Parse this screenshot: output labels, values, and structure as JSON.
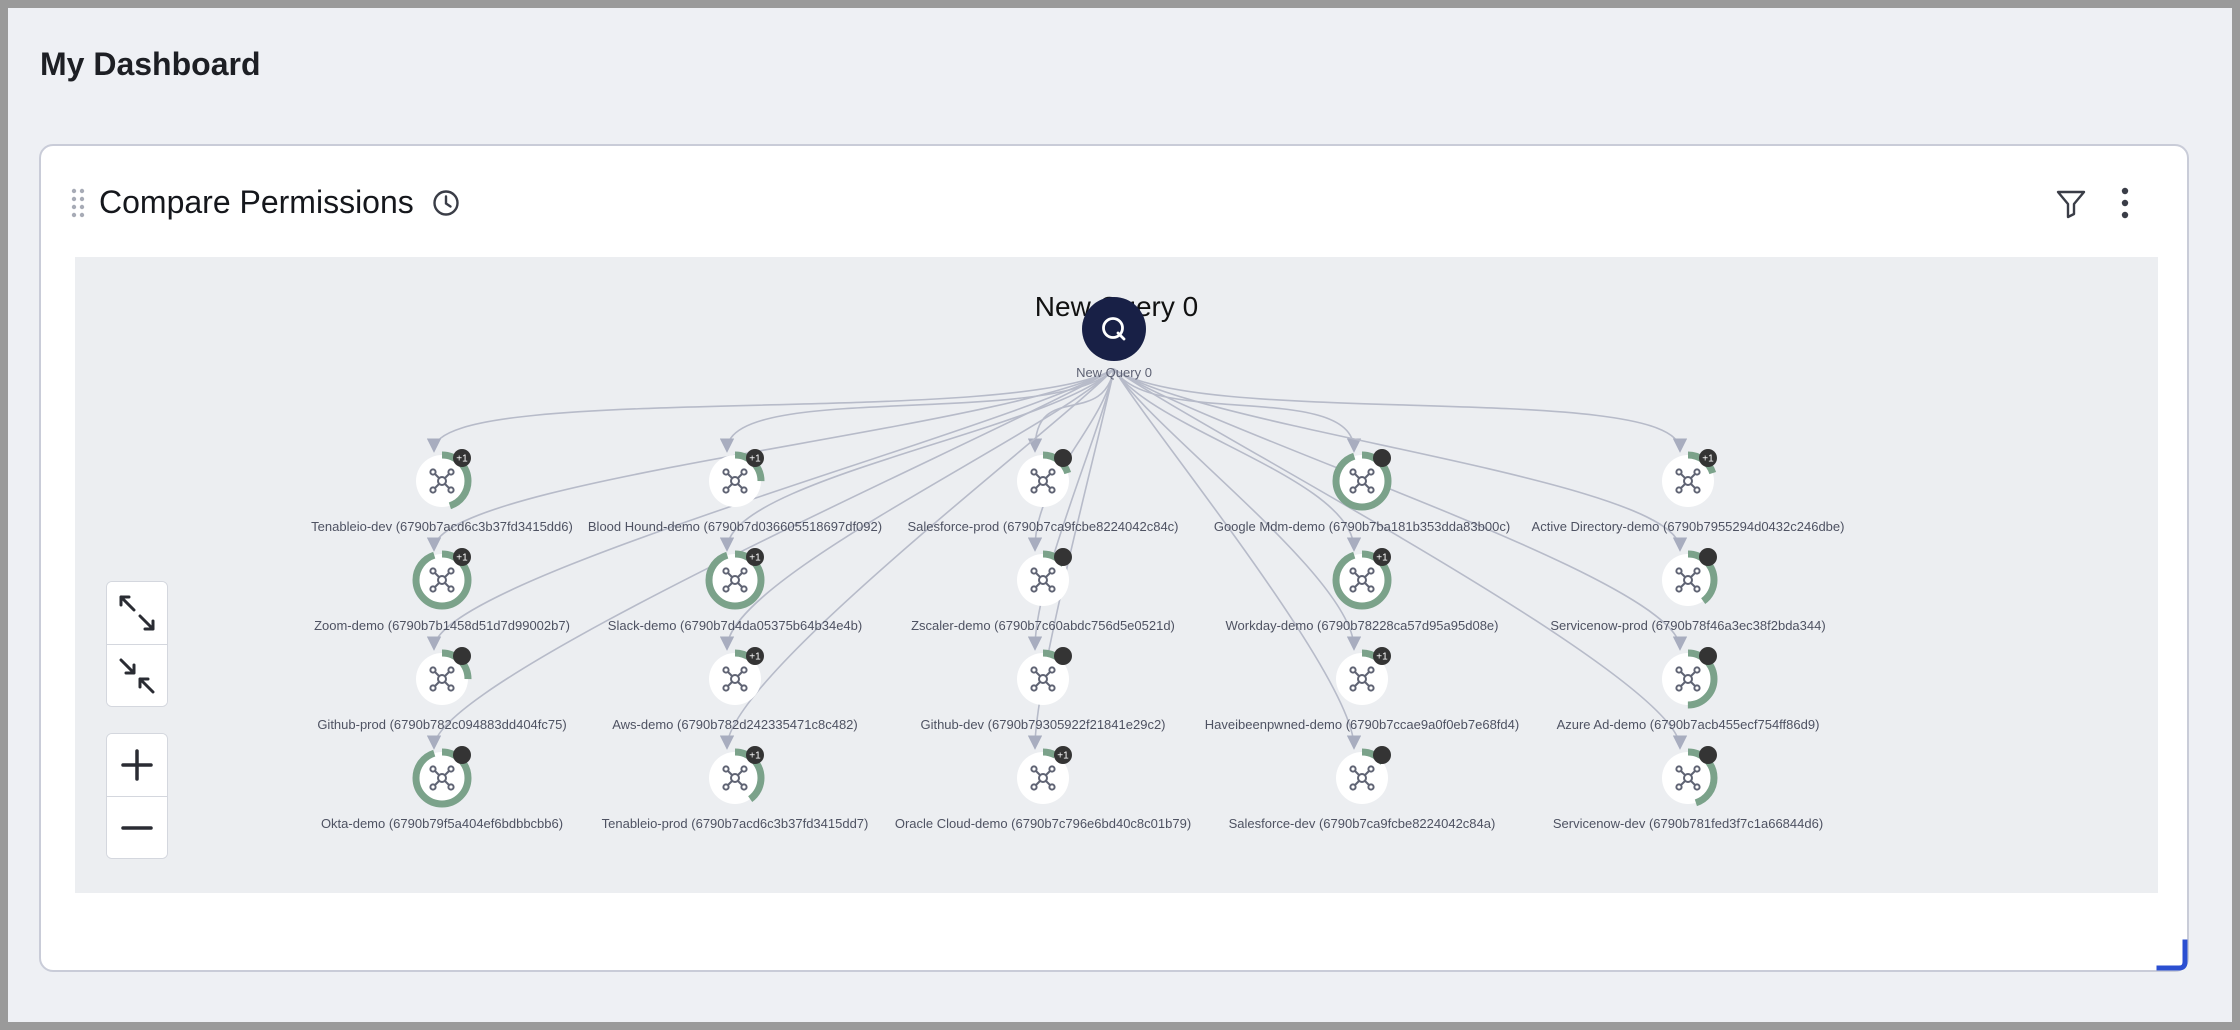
{
  "page": {
    "title": "My Dashboard"
  },
  "widget": {
    "title": "Compare Permissions",
    "query_title": "New Query 0",
    "query_node_label": "New Query 0"
  },
  "graph": {
    "nodes": [
      {
        "label": "Tenableio-dev (6790b7acd6c3b37fd3415dd6)",
        "ring": 0.45,
        "badge": "+1"
      },
      {
        "label": "Blood Hound-demo (6790b7d036605518697df092)",
        "ring": 0.25,
        "badge": "+1"
      },
      {
        "label": "Salesforce-prod (6790b7ca9fcbe8224042c84c)",
        "ring": 0.2,
        "badge": ""
      },
      {
        "label": "Google Mdm-demo (6790b7ba181b353dda83b00c)",
        "ring": 0.95,
        "badge": ""
      },
      {
        "label": "Active Directory-demo (6790b7955294d0432c246dbe)",
        "ring": 0.2,
        "badge": "+1"
      },
      {
        "label": "Zoom-demo (6790b7b1458d51d7d99002b7)",
        "ring": 0.95,
        "badge": "+1"
      },
      {
        "label": "Slack-demo (6790b7d4da05375b64b34e4b)",
        "ring": 0.95,
        "badge": "+1"
      },
      {
        "label": "Zscaler-demo (6790b7c60abdc756d5e0521d)",
        "ring": 0.15,
        "badge": ""
      },
      {
        "label": "Workday-demo (6790b78228ca57d95a95d08e)",
        "ring": 0.95,
        "badge": "+1"
      },
      {
        "label": "Servicenow-prod (6790b78f46a3ec38f2bda344)",
        "ring": 0.4,
        "badge": ""
      },
      {
        "label": "Github-prod (6790b782c094883dd404fc75)",
        "ring": 0.25,
        "badge": ""
      },
      {
        "label": "Aws-demo (6790b782d242335471c8c482)",
        "ring": 0.1,
        "badge": "+1"
      },
      {
        "label": "Github-dev (6790b79305922f21841e29c2)",
        "ring": 0.1,
        "badge": ""
      },
      {
        "label": "Haveibeenpwned-demo (6790b7ccae9a0f0eb7e68fd4)",
        "ring": 0.1,
        "badge": "+1"
      },
      {
        "label": "Azure Ad-demo (6790b7acb455ecf754ff86d9)",
        "ring": 0.5,
        "badge": ""
      },
      {
        "label": "Okta-demo (6790b79f5a404ef6bdbbcbb6)",
        "ring": 0.95,
        "badge": ""
      },
      {
        "label": "Tenableio-prod (6790b7acd6c3b37fd3415dd7)",
        "ring": 0.4,
        "badge": "+1"
      },
      {
        "label": "Oracle Cloud-demo (6790b7c796e6bd40c8c01b79)",
        "ring": 0.08,
        "badge": "+1"
      },
      {
        "label": "Salesforce-dev (6790b7ca9fcbe8224042c84a)",
        "ring": 0.15,
        "badge": ""
      },
      {
        "label": "Servicenow-dev (6790b781fed3f7c1a66844d6)",
        "ring": 0.45,
        "badge": ""
      }
    ]
  },
  "icons": {
    "drag": "drag-handle-icon",
    "history": "clock-icon",
    "filter": "filter-icon",
    "more": "more-vertical-icon",
    "fit": "expand-icon",
    "shrink": "collapse-icon",
    "zoom_in": "plus-icon",
    "zoom_out": "minus-icon",
    "query": "search-icon",
    "integration": "network-icon"
  },
  "colors": {
    "ring": "#7ba28a",
    "edge": "#b7bbc9",
    "query_node": "#182046",
    "badge": "#343434",
    "accent": "#2b4fd1"
  }
}
